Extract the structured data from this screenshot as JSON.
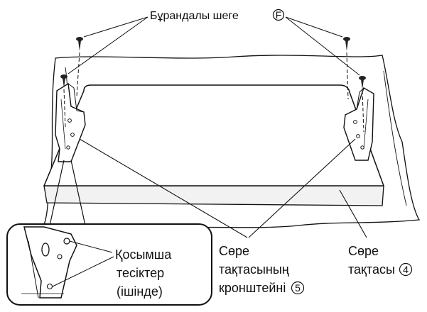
{
  "labels": {
    "screw": "Бұрандалы шеге",
    "screw_mark": "F",
    "holes_line1": "Қосымша",
    "holes_line2": "тесіктер",
    "holes_line3": "(ішінде)",
    "bracket_line1": "Сөре",
    "bracket_line2": "тақтасының",
    "bracket_line3": "кронштейні",
    "bracket_mark": "5",
    "shelf_line1": "Сөре",
    "shelf_line2": "тақтасы",
    "shelf_mark": "4"
  },
  "colors": {
    "line": "#111111",
    "fill": "#ffffff",
    "shade": "#e8e8e8"
  }
}
